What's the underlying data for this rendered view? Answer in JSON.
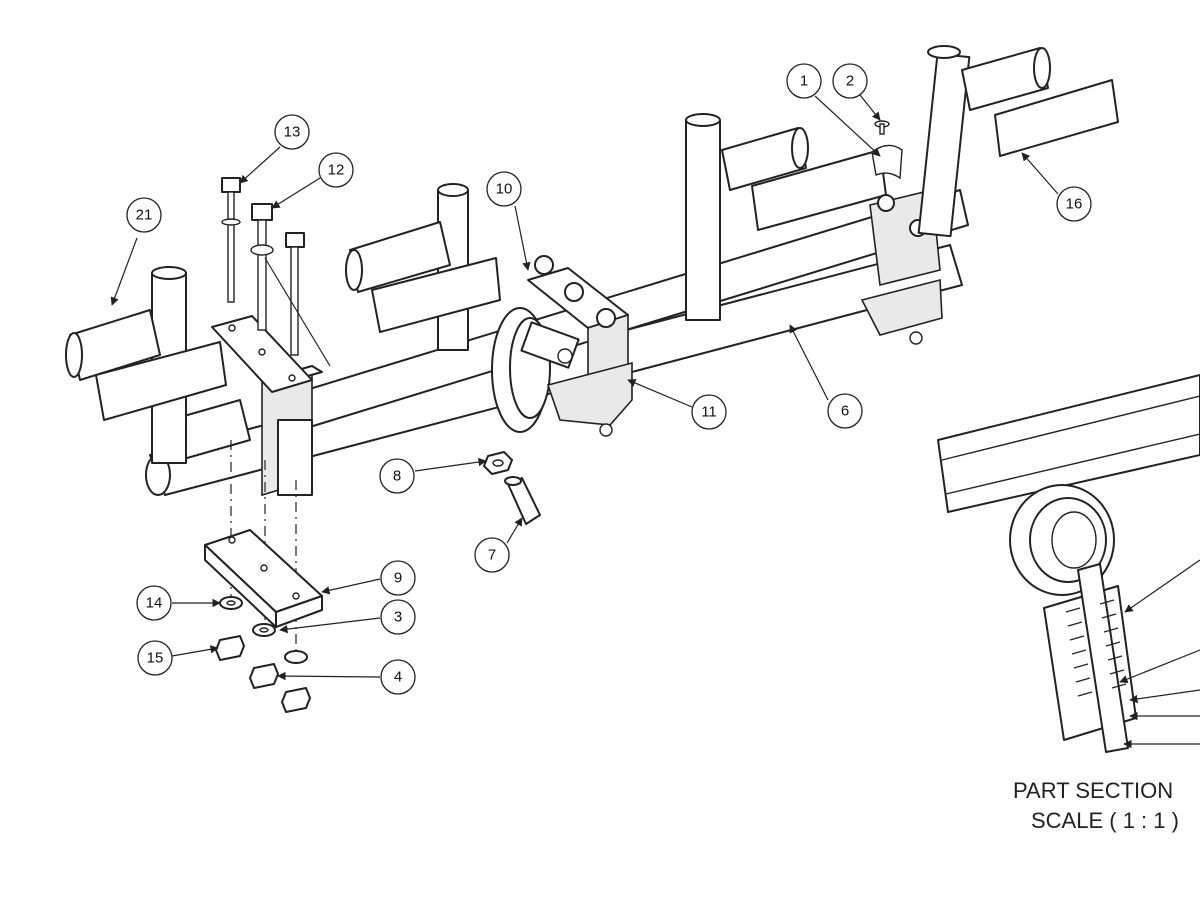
{
  "balloons": [
    {
      "id": "b1",
      "label": "1"
    },
    {
      "id": "b2",
      "label": "2"
    },
    {
      "id": "b3",
      "label": "3"
    },
    {
      "id": "b4",
      "label": "4"
    },
    {
      "id": "b6",
      "label": "6"
    },
    {
      "id": "b7",
      "label": "7"
    },
    {
      "id": "b8",
      "label": "8"
    },
    {
      "id": "b9",
      "label": "9"
    },
    {
      "id": "b10",
      "label": "10"
    },
    {
      "id": "b11",
      "label": "11"
    },
    {
      "id": "b12",
      "label": "12"
    },
    {
      "id": "b13",
      "label": "13"
    },
    {
      "id": "b14",
      "label": "14"
    },
    {
      "id": "b15",
      "label": "15"
    },
    {
      "id": "b16",
      "label": "16"
    },
    {
      "id": "b21",
      "label": "21"
    }
  ],
  "section_view": {
    "title": "PART SECTION",
    "scale": "SCALE  ( 1 : 1 )"
  }
}
